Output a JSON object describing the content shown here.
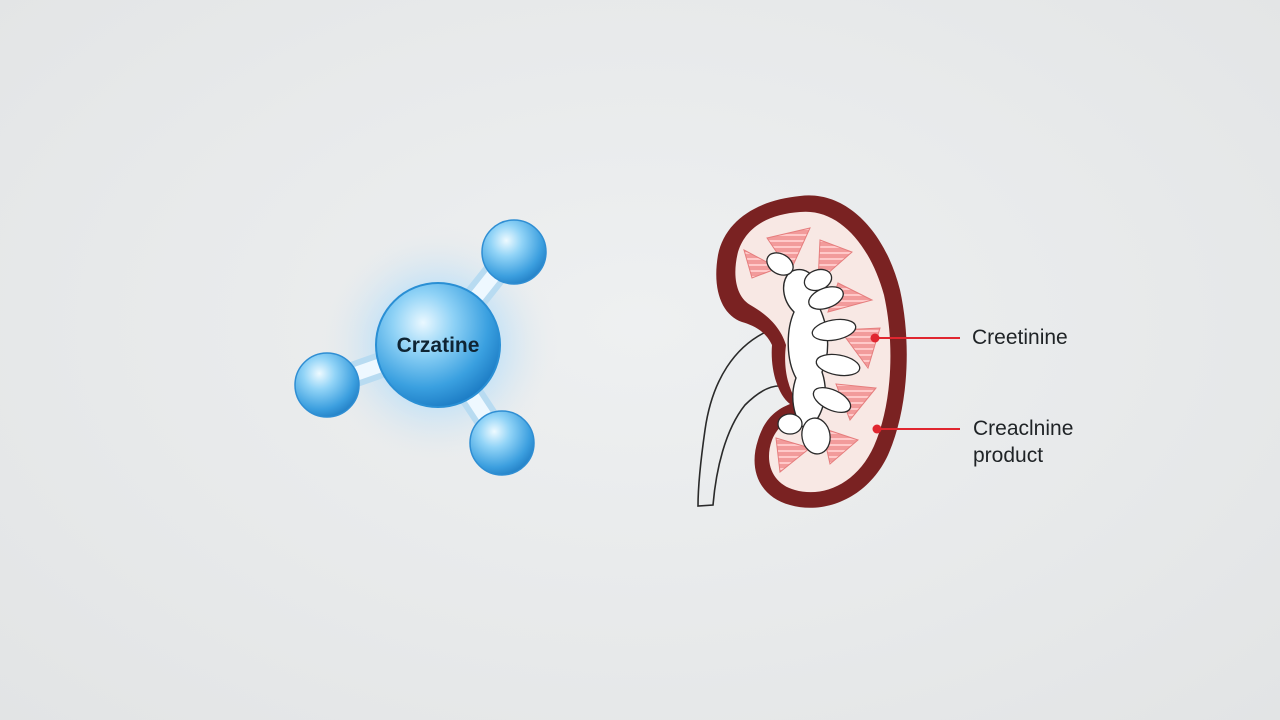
{
  "molecule": {
    "label": "Crzatine",
    "colors": {
      "sphere_light": "#e6f6ff",
      "sphere_mid": "#6cc3f2",
      "sphere_dark": "#2a8fd4",
      "bond": "#cfe6f5",
      "glow": "#9fd8ff"
    }
  },
  "kidney": {
    "colors": {
      "capsule": "#7a2222",
      "cortex": "#f7e7e3",
      "pyramid": "#f29b9b",
      "pyramid_stripe": "#ffd5d5",
      "calyx": "#ffffff",
      "outline": "#2a2a2a"
    }
  },
  "callouts": [
    {
      "text_lines": [
        "Creetinine"
      ],
      "color": "#e0262f"
    },
    {
      "text_lines": [
        "Creaclnine",
        "product"
      ],
      "color": "#e0262f"
    }
  ]
}
